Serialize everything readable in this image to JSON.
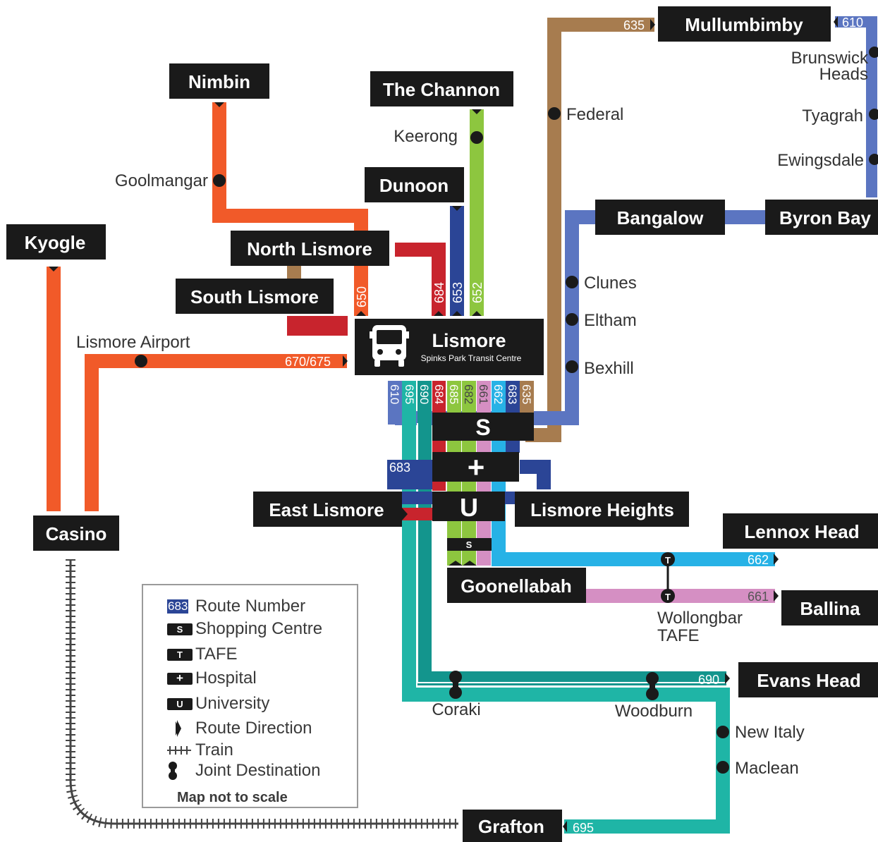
{
  "hub": {
    "name": "Lismore",
    "subtitle": "Spinks Park Transit Centre"
  },
  "towns": {
    "nimbin": "Nimbin",
    "the_channon": "The Channon",
    "dunoon": "Dunoon",
    "mullumbimby": "Mullumbimby",
    "kyogle": "Kyogle",
    "north_lismore": "North Lismore",
    "south_lismore": "South Lismore",
    "bangalow": "Bangalow",
    "byron_bay": "Byron Bay",
    "casino": "Casino",
    "east_lismore": "East Lismore",
    "lismore_heights": "Lismore Heights",
    "lennox_head": "Lennox Head",
    "goonellabah": "Goonellabah",
    "ballina": "Ballina",
    "evans_head": "Evans Head",
    "grafton": "Grafton"
  },
  "stops": {
    "goolmangar": "Goolmangar",
    "keerong": "Keerong",
    "federal": "Federal",
    "brunswick": "Brunswick",
    "heads": "Heads",
    "tyagrah": "Tyagrah",
    "ewingsdale": "Ewingsdale",
    "clunes": "Clunes",
    "eltham": "Eltham",
    "bexhill": "Bexhill",
    "lismore_airport": "Lismore Airport",
    "wollongbar": "Wollongbar",
    "tafe": "TAFE",
    "coraki": "Coraki",
    "woodburn": "Woodburn",
    "new_italy": "New Italy",
    "maclean": "Maclean"
  },
  "routes": {
    "r610": "610",
    "r635": "635",
    "r650": "650",
    "r652": "652",
    "r653": "653",
    "r661": "661",
    "r662": "662",
    "r670": "670/675",
    "r683": "683",
    "r684": "684",
    "r685": "685",
    "r682": "682",
    "r690": "690",
    "r695": "695"
  },
  "facilities": {
    "shopping": "S",
    "hospital": "+",
    "university": "U"
  },
  "legend": {
    "route_sample": "683",
    "route_number": "Route Number",
    "shopping_sym": "S",
    "shopping_centre": "Shopping Centre",
    "tafe_sym": "T",
    "tafe": "TAFE",
    "hospital_sym": "+",
    "hospital": "Hospital",
    "university_sym": "U",
    "university": "University",
    "route_direction": "Route Direction",
    "train": "Train",
    "joint_destination": "Joint Destination",
    "note": "Map not to scale"
  },
  "colors": {
    "orange": "#f15a29",
    "brown": "#a77c4f",
    "green": "#8dc63f",
    "navy": "#2b4596",
    "red": "#c8242d",
    "periwinkle": "#5b75c1",
    "teal": "#1fb5a6",
    "dark_teal": "#13958d",
    "sky": "#27b2e6",
    "pink": "#d58fc3",
    "black": "#1a1a1a"
  }
}
